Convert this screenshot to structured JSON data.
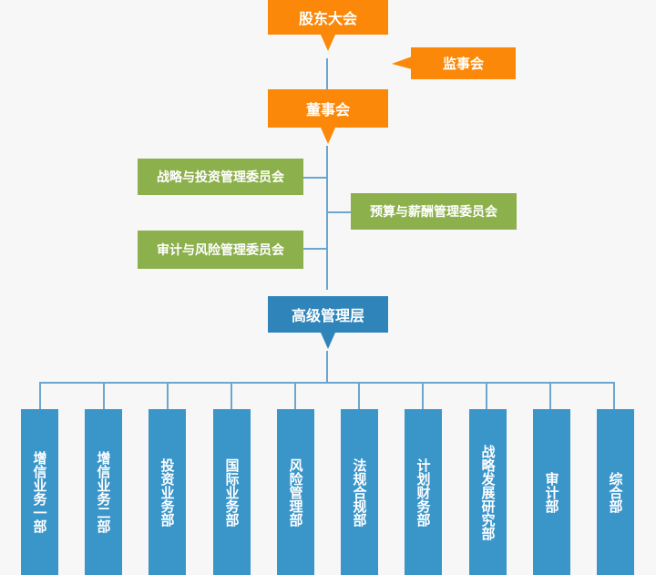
{
  "nodes": {
    "shareholders": "股东大会",
    "supervisors": "监事会",
    "board": "董事会",
    "committee_strategy": "战略与投资管理委员会",
    "committee_budget": "预算与薪酬管理委员会",
    "committee_audit": "审计与风险管理委员会",
    "management": "高级管理层"
  },
  "departments": [
    "增信业务一部",
    "增信业务二部",
    "投资业务部",
    "国际业务部",
    "风险管理部",
    "法规合规部",
    "计划财务部",
    "战略发展研究部",
    "审计部",
    "综合部"
  ],
  "colors": {
    "orange": "#fb8808",
    "green": "#8cb04c",
    "blue": "#2f85b9",
    "dept_blue": "#3a95c9",
    "line": "#6aa6cf"
  }
}
